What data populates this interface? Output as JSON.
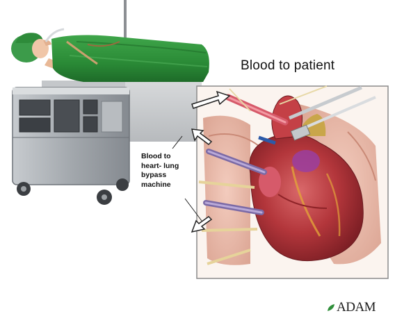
{
  "labels": {
    "blood_to_patient": "Blood to patient",
    "blood_to_machine": [
      "Blood to",
      "heart- lung",
      "bypass",
      "machine"
    ]
  },
  "brand": {
    "text": "ADAM",
    "mark_icon": "leaf-icon",
    "mark_color": "#2f8f3a"
  },
  "colors": {
    "drape": "#2e8b3a",
    "machine": "#a9adb2",
    "heart": "#b2343a",
    "inset_border": "#8a8a8a"
  }
}
